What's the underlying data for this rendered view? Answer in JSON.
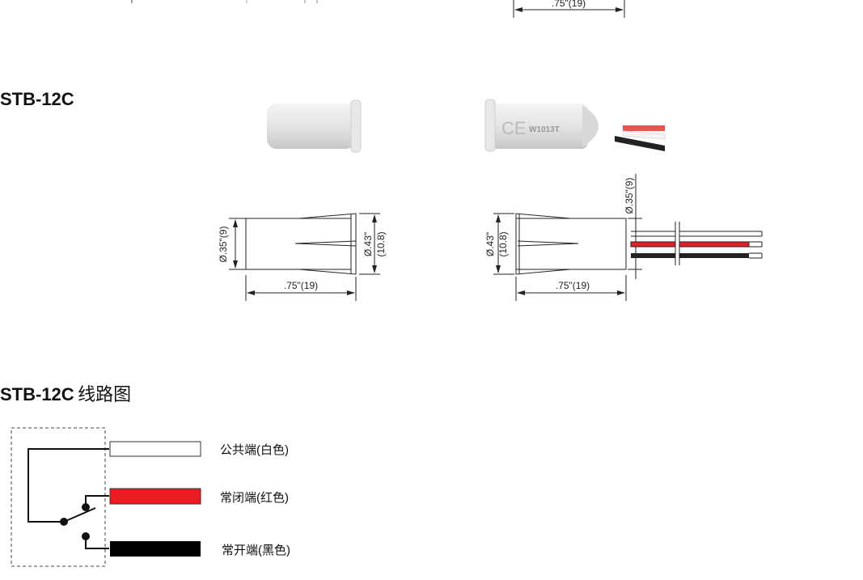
{
  "top_dimension": ".75\"(19)",
  "section1": {
    "title": "STB-12C",
    "photo_marking": "W1013T",
    "left_drawing": {
      "dia_body": "Ø.35\"(9)",
      "dia_flange": "Ø.43\"",
      "dia_flange_mm": "(10.8)",
      "length": ".75\"(19)"
    },
    "right_drawing": {
      "dia_flange": "Ø.43\"",
      "dia_flange_mm": "(10.8)",
      "dia_body": "Ø.35\"(9)",
      "length": ".75\"(19)"
    }
  },
  "section2": {
    "title": "STB-12C",
    "title_suffix": "线路图",
    "wires": [
      {
        "label": "公共端(白色)",
        "color": "#ffffff"
      },
      {
        "label": "常闭端(红色)",
        "color": "#ed1c24"
      },
      {
        "label": "常开端(黑色)",
        "color": "#000000"
      }
    ]
  }
}
